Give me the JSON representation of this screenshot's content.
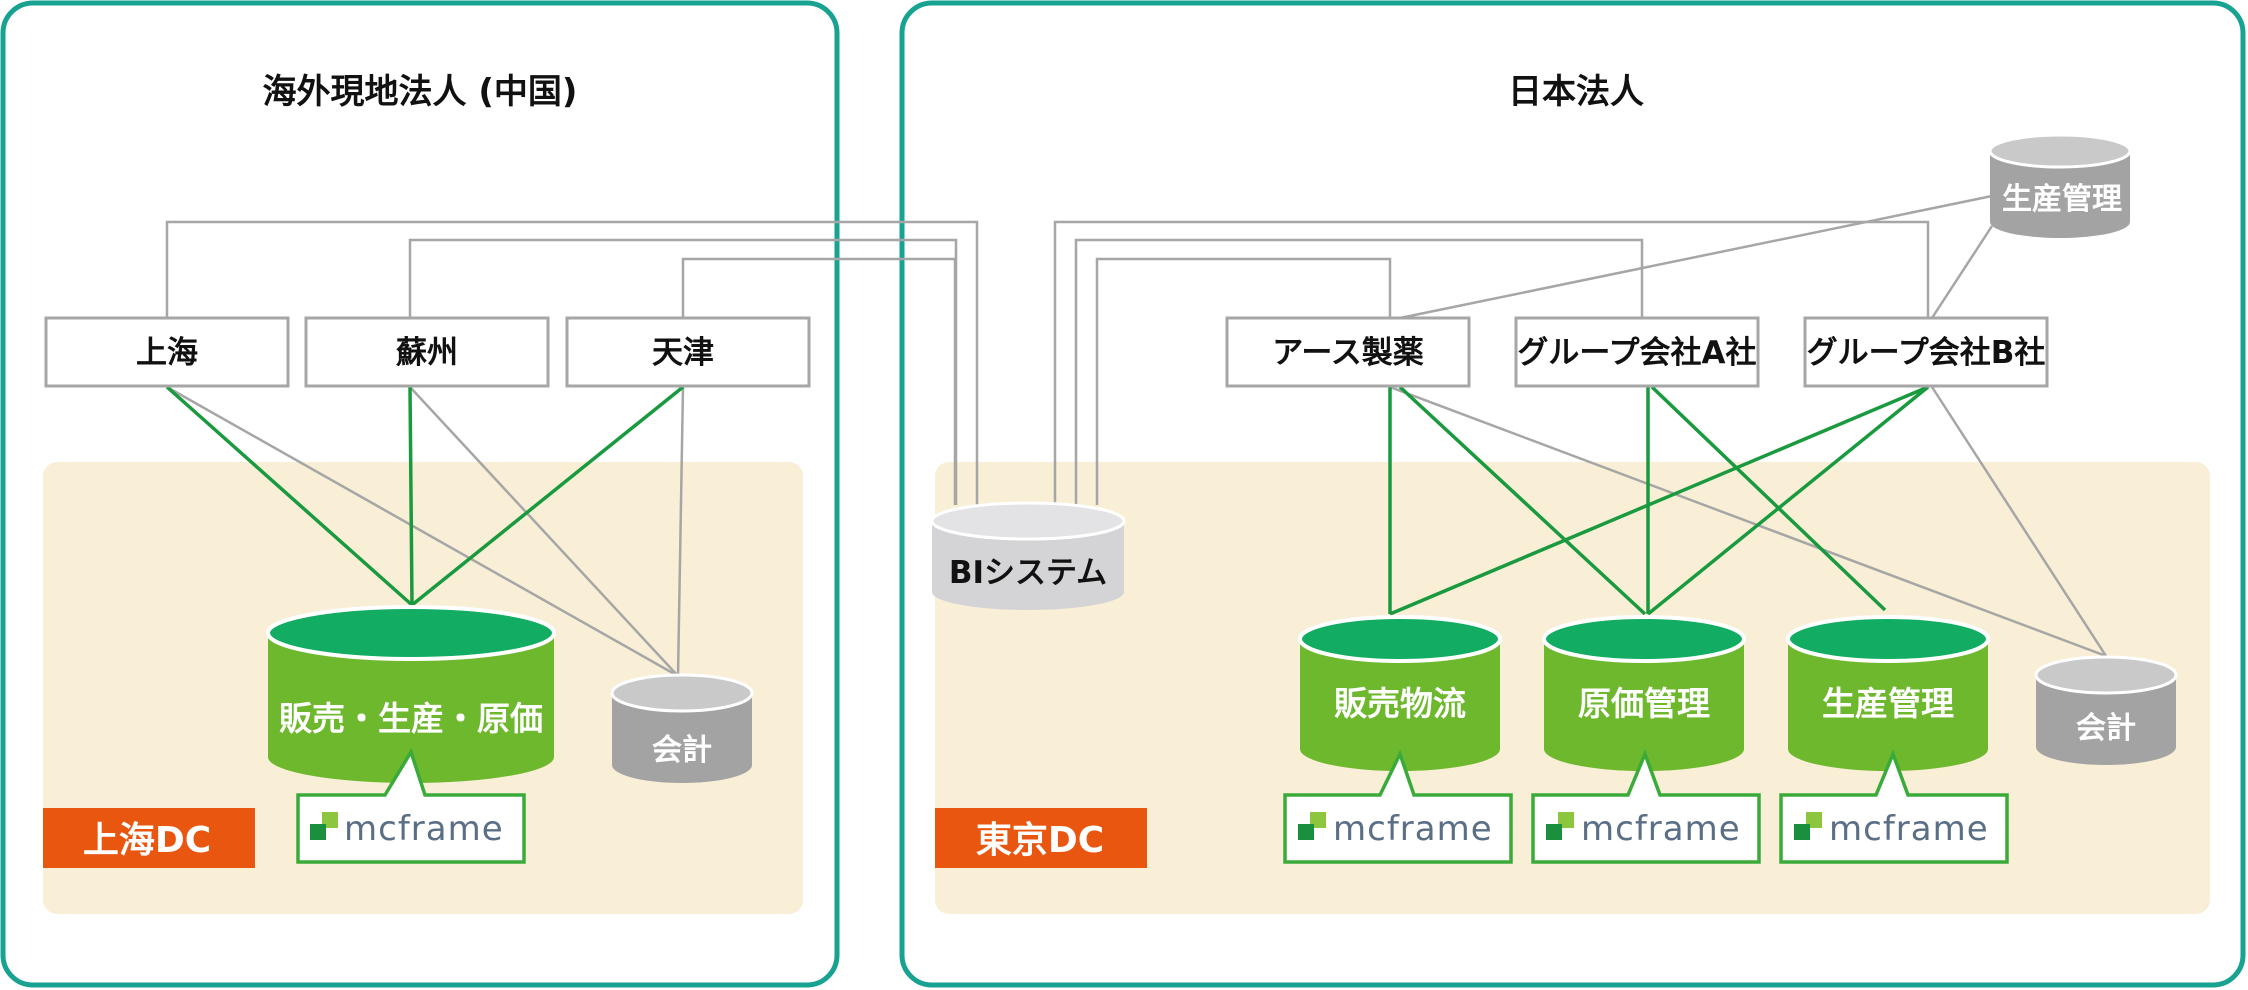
{
  "regions": {
    "overseas": {
      "title": "海外現地法人 (中国)",
      "dc_label": "上海DC"
    },
    "japan": {
      "title": "日本法人",
      "dc_label": "東京DC"
    }
  },
  "sites": {
    "shanghai": "上海",
    "suzhou": "蘇州",
    "tianjin": "天津",
    "earth": "アース製薬",
    "group_a": "グループ会社A社",
    "group_b": "グループ会社B社"
  },
  "systems": {
    "bi": "BIシステム",
    "production_mgmt_external": "生産管理",
    "china_core": "販売・生産・原価",
    "china_accounting": "会計",
    "sales_logistics": "販売物流",
    "cost_mgmt": "原価管理",
    "production_mgmt": "生産管理",
    "jp_accounting": "会計"
  },
  "product_logo": "mcframe",
  "colors": {
    "frame": "#17a292",
    "dc_area": "#f8efd6",
    "dc_tag": "#e9560f",
    "mcframe_db": "#6eb82e",
    "mcframe_db_top": "#12ad63",
    "mcframe_link": "#1a9a3e",
    "other_link": "#a6a6a6"
  }
}
